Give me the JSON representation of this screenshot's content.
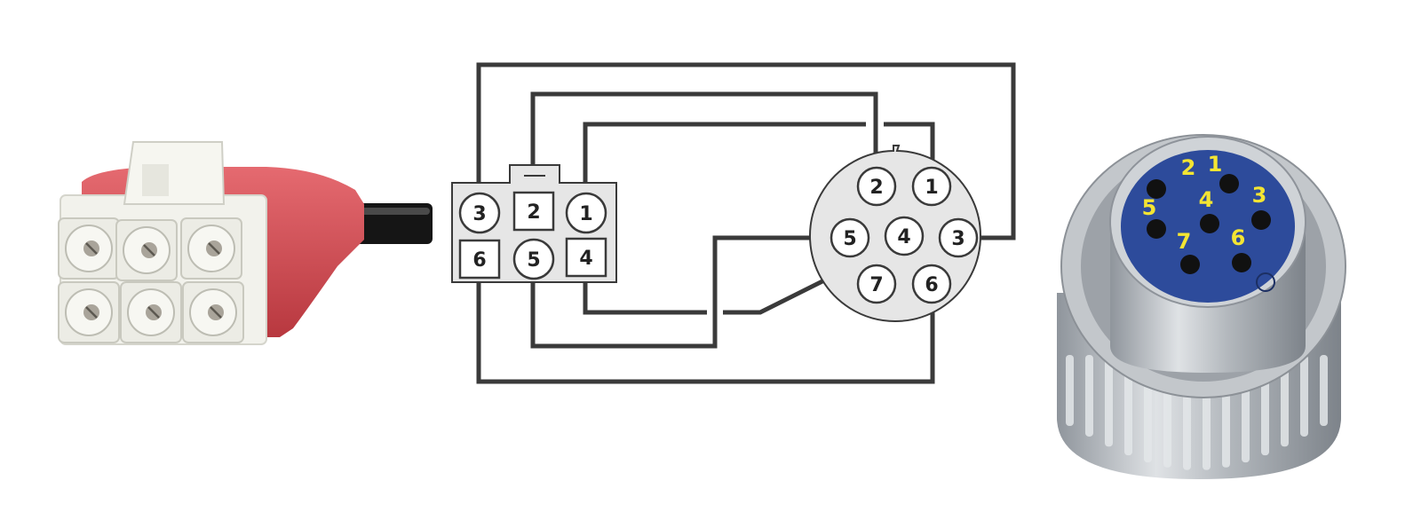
{
  "colors": {
    "wire": "#3a3a3a",
    "diagram_fill": "#e6e6e6",
    "plug_red": "#d8525a",
    "plug_white": "#f2f2ec",
    "cable_black": "#151515",
    "connector_metal": "#b8bcc1",
    "connector_face": "#2d4b9b",
    "pin_label_yellow": "#f4e532"
  },
  "rect_connector": {
    "pins": [
      {
        "num": "3",
        "shape": "circle"
      },
      {
        "num": "2",
        "shape": "square"
      },
      {
        "num": "1",
        "shape": "circle"
      },
      {
        "num": "6",
        "shape": "square"
      },
      {
        "num": "5",
        "shape": "circle"
      },
      {
        "num": "4",
        "shape": "square"
      }
    ]
  },
  "round_connector": {
    "pins": [
      "2",
      "1",
      "5",
      "4",
      "3",
      "7",
      "6"
    ]
  },
  "wiring": [
    {
      "from": "3",
      "to": "3"
    },
    {
      "from": "2",
      "to": "2"
    },
    {
      "from": "1",
      "to": "1"
    },
    {
      "from": "5",
      "to": "5"
    },
    {
      "from": "4",
      "to": "4"
    },
    {
      "from": "6",
      "to": "6"
    }
  ],
  "photo_labels": [
    "2",
    "1",
    "5",
    "4",
    "3",
    "7",
    "6"
  ]
}
